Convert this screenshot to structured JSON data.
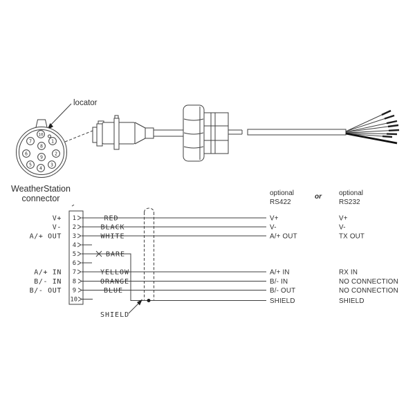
{
  "diagram": {
    "locator_label": "locator",
    "connector_caption_1": "WeatherStation",
    "connector_caption_2": "connector",
    "pins": [
      "1",
      "2",
      "3",
      "4",
      "5",
      "6",
      "7",
      "8",
      "9",
      "10"
    ],
    "left_signals": {
      "pin1": "V+",
      "pin2": "V-",
      "pin3": "A/+ OUT",
      "pin7": "A/+ IN",
      "pin8": "B/- IN",
      "pin9": "B/- OUT"
    },
    "wire_labels": {
      "pin1": "RED",
      "pin2": "BLACK",
      "pin3": "WHITE",
      "pin5": "BARE",
      "pin7": "YELLOW",
      "pin8": "ORANGE",
      "pin9": "BLUE"
    },
    "bare_marker": "x",
    "shield_label": "SHIELD",
    "columns": {
      "rs422_header_1": "optional",
      "rs422_header_2": "RS422",
      "or_label": "or",
      "rs232_header_1": "optional",
      "rs232_header_2": "RS232",
      "rs422": {
        "row1": "V+",
        "row2": "V-",
        "row3": "A/+ OUT",
        "row7": "A/+ IN",
        "row8": "B/- IN",
        "row9": "B/- OUT",
        "shield": "SHIELD"
      },
      "rs232": {
        "row1": "V+",
        "row2": "V-",
        "row3": "TX OUT",
        "row7": "RX IN",
        "row8": "NO CONNECTION",
        "row9": "NO CONNECTION",
        "shield": "SHIELD"
      }
    }
  }
}
